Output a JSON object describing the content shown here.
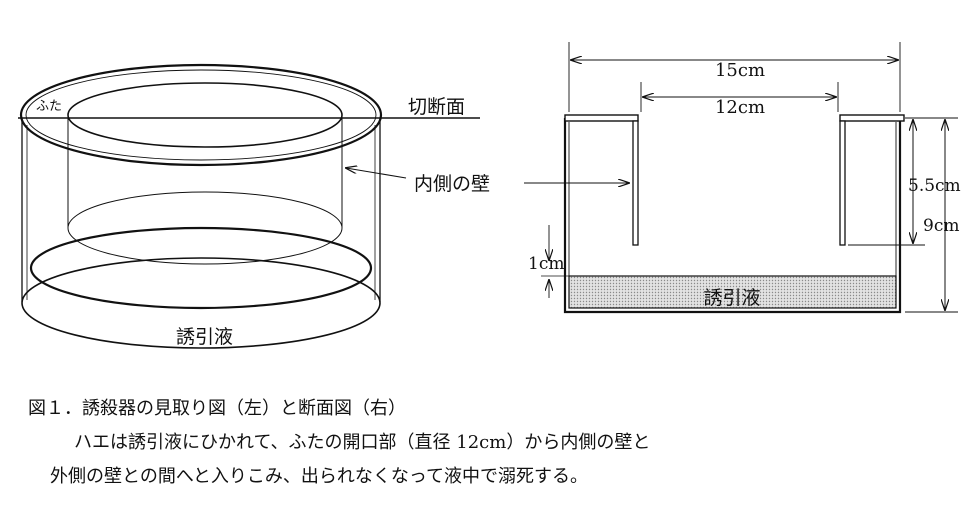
{
  "left_view": {
    "lid_label": "ふた",
    "section_label": "切断面",
    "inner_wall_label": "内側の壁",
    "liquid_label": "誘引液"
  },
  "section_view": {
    "outer_width": "15cm",
    "opening_width": "12cm",
    "inner_wall_height": "5.5cm",
    "total_height": "9cm",
    "liquid_depth": "1cm",
    "liquid_label": "誘引液"
  },
  "caption": {
    "title": "図１．誘殺器の見取り図（左）と断面図（右）",
    "line1": "ハエは誘引液にひかれて、ふたの開口部（直径 12cm）から内側の壁と",
    "line2": "外側の壁との間へと入りこみ、出られなくなって液中で溺死する。"
  },
  "colors": {
    "line": "#111111",
    "liquid_fill": "#d6d6d6",
    "background": "#ffffff"
  }
}
